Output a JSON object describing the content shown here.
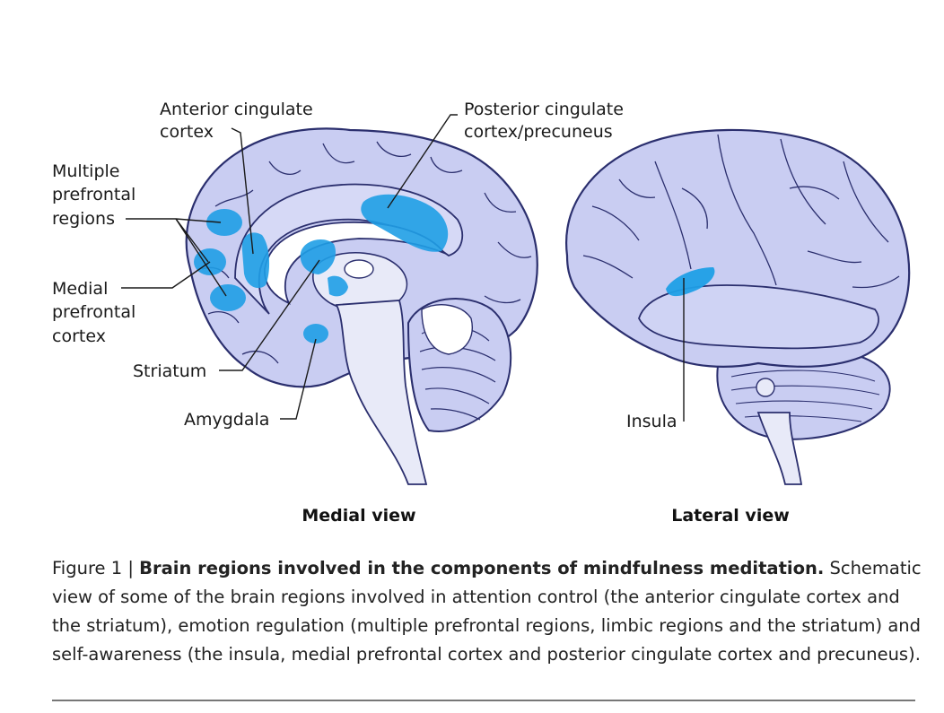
{
  "labels": {
    "anterior_cingulate": [
      "Anterior cingulate",
      "cortex"
    ],
    "posterior_cingulate": [
      "Posterior cingulate",
      "cortex/precuneus"
    ],
    "multiple_prefrontal": [
      "Multiple",
      "prefrontal",
      "regions"
    ],
    "medial_prefrontal": [
      "Medial",
      "prefrontal",
      "cortex"
    ],
    "striatum": "Striatum",
    "amygdala": "Amygdala",
    "insula": "Insula"
  },
  "views": {
    "medial": "Medial view",
    "lateral": "Lateral view"
  },
  "caption": {
    "number": "Figure 1 | ",
    "title": "Brain regions involved in the components of mindfulness meditation.",
    "body": "Schematic view of some of the brain regions involved in attention control (the anterior cingulate cortex and the striatum), emotion regulation (multiple prefrontal regions, limbic regions and the striatum) and self-awareness (the insula, medial prefrontal cortex and posterior cingulate cortex and precuneus)."
  },
  "colors": {
    "brain_fill": "#c9cdf2",
    "brain_outline": "#2b2f6e",
    "highlight": "#1f9fe6",
    "stem_fill": "#e8eaf8"
  }
}
